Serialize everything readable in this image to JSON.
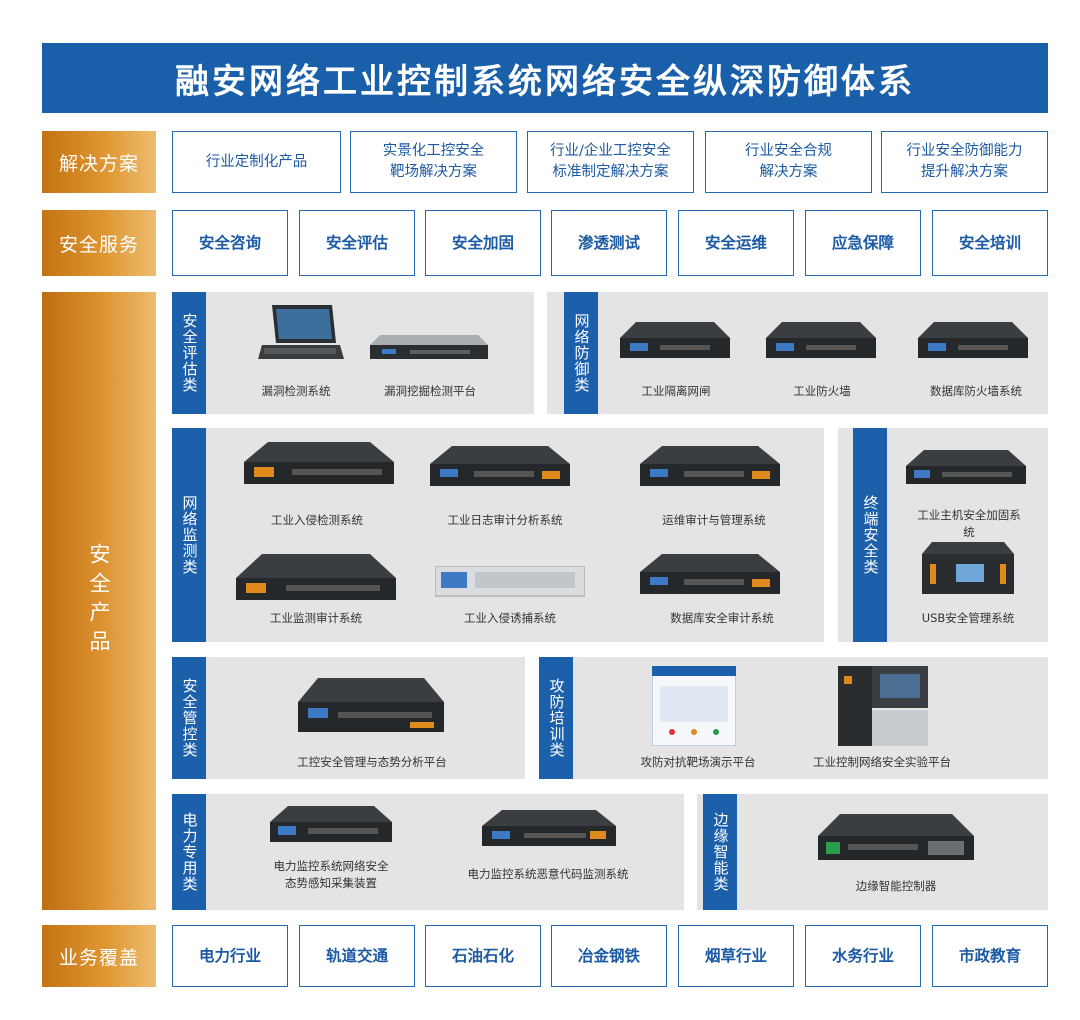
{
  "title": "融安网络工业控制系统网络安全纵深防御体系",
  "colors": {
    "blue": "#1a5fa9",
    "orange": "#de9432",
    "panel": "#e4e4e4"
  },
  "solutions": {
    "label": "解决方案",
    "items": [
      "行业定制化产品",
      "实景化工控安全\n靶场解决方案",
      "行业/企业工控安全\n标准制定解决方案",
      "行业安全合规\n解决方案",
      "行业安全防御能力\n提升解决方案"
    ]
  },
  "services": {
    "label": "安全服务",
    "items": [
      "安全咨询",
      "安全评估",
      "安全加固",
      "渗透测试",
      "安全运维",
      "应急保障",
      "安全培训"
    ]
  },
  "products": {
    "label": "安全产品",
    "groups": {
      "assessment": {
        "label": "安全评估类",
        "items": [
          "漏洞检测系统",
          "漏洞挖掘检测平台"
        ]
      },
      "defense": {
        "label": "网络防御类",
        "items": [
          "工业隔离网闸",
          "工业防火墙",
          "数据库防火墙系统"
        ]
      },
      "monitoring": {
        "label": "网络监测类",
        "items": [
          "工业入侵检测系统",
          "工业日志审计分析系统",
          "运维审计与管理系统",
          "工业监测审计系统",
          "工业入侵诱捕系统",
          "数据库安全审计系统"
        ]
      },
      "terminal": {
        "label": "终端安全类",
        "items": [
          "工业主机安全加固系统",
          "USB安全管理系统"
        ]
      },
      "management": {
        "label": "安全管控类",
        "items": [
          "工控安全管理与态势分析平台"
        ]
      },
      "training": {
        "label": "攻防培训类",
        "items": [
          "攻防对抗靶场演示平台",
          "工业控制网络安全实验平台"
        ]
      },
      "power": {
        "label": "电力专用类",
        "items": [
          "电力监控系统网络安全\n态势感知采集装置",
          "电力监控系统恶意代码监测系统"
        ]
      },
      "edge": {
        "label": "边缘智能类",
        "items": [
          "边缘智能控制器"
        ]
      }
    }
  },
  "coverage": {
    "label": "业务覆盖",
    "items": [
      "电力行业",
      "轨道交通",
      "石油石化",
      "冶金钢铁",
      "烟草行业",
      "水务行业",
      "市政教育"
    ]
  }
}
